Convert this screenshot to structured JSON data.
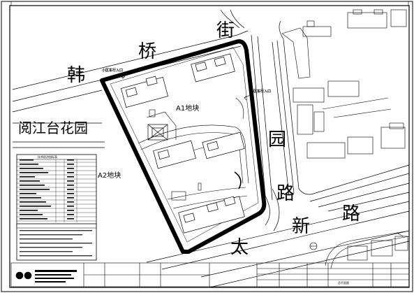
{
  "roads": {
    "hanqiao_street": [
      "韩",
      "桥",
      "街"
    ],
    "taiyuan_road": [
      "园",
      "路"
    ],
    "taixin_road": [
      "太",
      "新",
      "路"
    ]
  },
  "labels": {
    "neighborhood": "阅江台花园",
    "plot_a1": "A1地块",
    "plot_a2": "A2地块",
    "entrance_west": "小区车行入口",
    "entrance_east": "小区车行入口"
  },
  "legend": {
    "title": "技术经济指标表"
  },
  "title_block": {
    "drawing_name": "总平面图"
  }
}
